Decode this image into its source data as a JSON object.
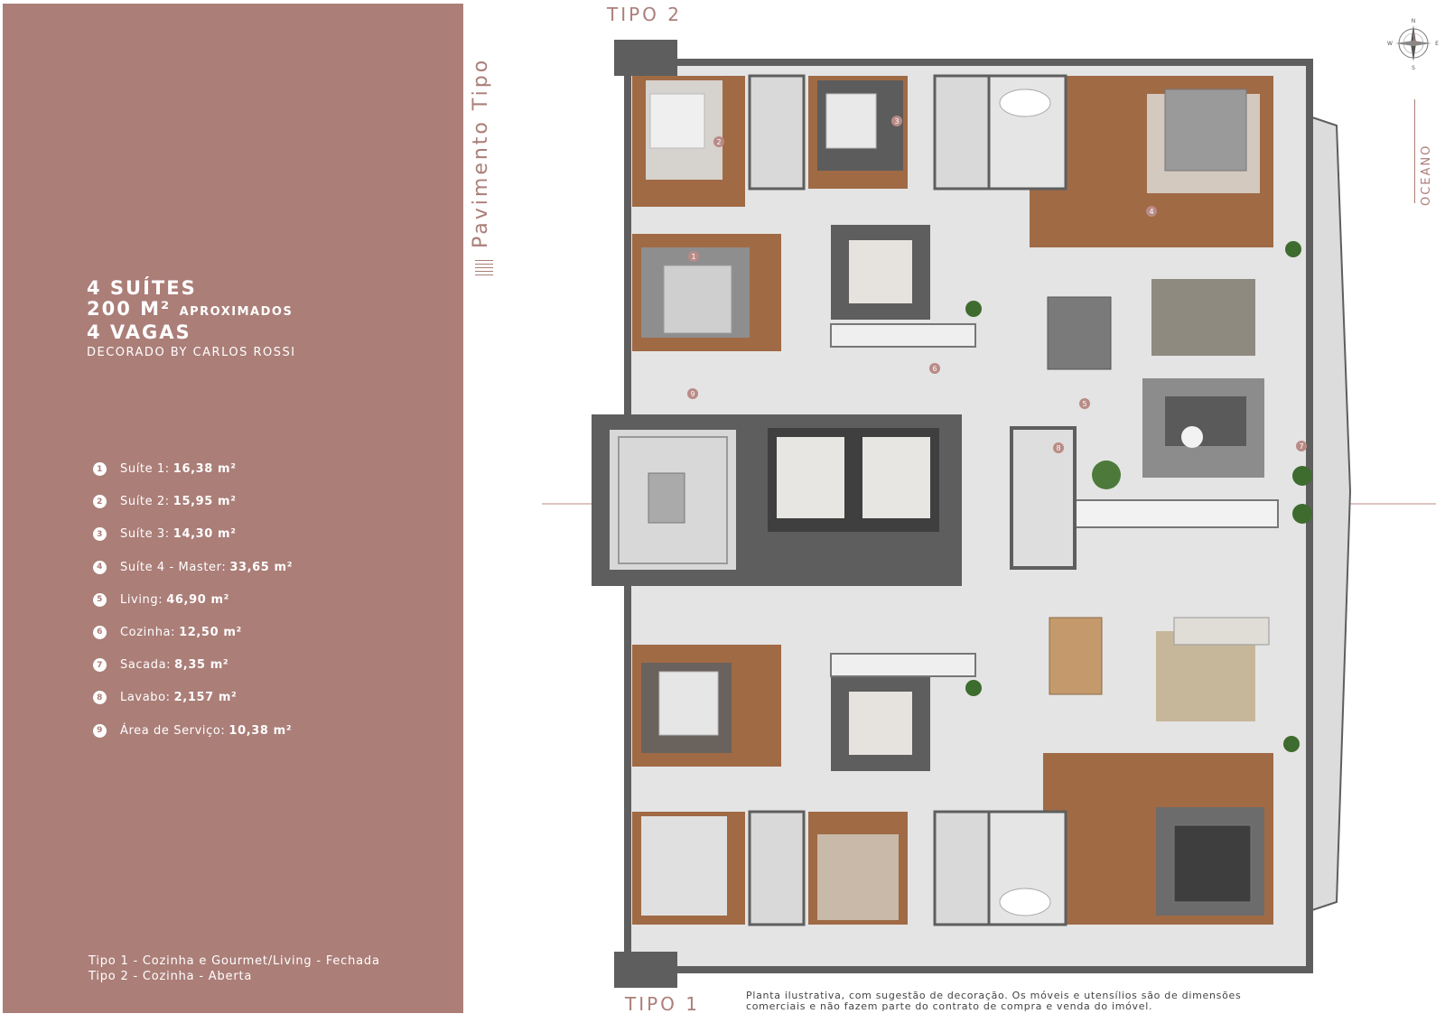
{
  "summary": {
    "suites": "4 Suítes",
    "area_main": "200 m²",
    "area_suffix": "aproximados",
    "parking": "4 Vagas",
    "decorator": "Decorado by Carlos Rossi"
  },
  "areas": [
    {
      "num": "1",
      "label": "Suíte 1:",
      "value": "16,38 m²"
    },
    {
      "num": "2",
      "label": "Suíte 2:",
      "value": "15,95 m²"
    },
    {
      "num": "3",
      "label": "Suíte 3:",
      "value": "14,30 m²"
    },
    {
      "num": "4",
      "label": "Suíte 4 - Master:",
      "value": "33,65 m²"
    },
    {
      "num": "5",
      "label": "Living:",
      "value": "46,90 m²"
    },
    {
      "num": "6",
      "label": "Cozinha:",
      "value": "12,50 m²"
    },
    {
      "num": "7",
      "label": "Sacada:",
      "value": "8,35 m²"
    },
    {
      "num": "8",
      "label": "Lavabo:",
      "value": "2,157 m²"
    },
    {
      "num": "9",
      "label": "Área de Serviço:",
      "value": "10,38 m²"
    }
  ],
  "types": {
    "tipo1": "Tipo 1 - Cozinha e Gourmet/Living - Fechada",
    "tipo2": "Tipo 2 - Cozinha - Aberta"
  },
  "vertical_title": "Pavimento Tipo",
  "labels": {
    "tipo2": "TIPO 2",
    "tipo1": "TIPO 1",
    "oceano": "OCEANO"
  },
  "compass": {
    "n": "N",
    "s": "S",
    "e": "E",
    "w": "W"
  },
  "disclaimer": {
    "line1": "Planta ilustrativa, com sugestão de decoração. Os móveis e utensílios são de dimensões",
    "line2": "comerciais e não fazem parte do contrato de compra e venda do imóvel."
  },
  "plan_markers": [
    "1",
    "2",
    "3",
    "4",
    "5",
    "6",
    "7",
    "8",
    "9"
  ],
  "colors": {
    "panel": "#ab7e78",
    "wall": "#5e5e5e",
    "wood": "#a06a45",
    "floor": "#e4e4e4",
    "marker": "#b98b86"
  }
}
